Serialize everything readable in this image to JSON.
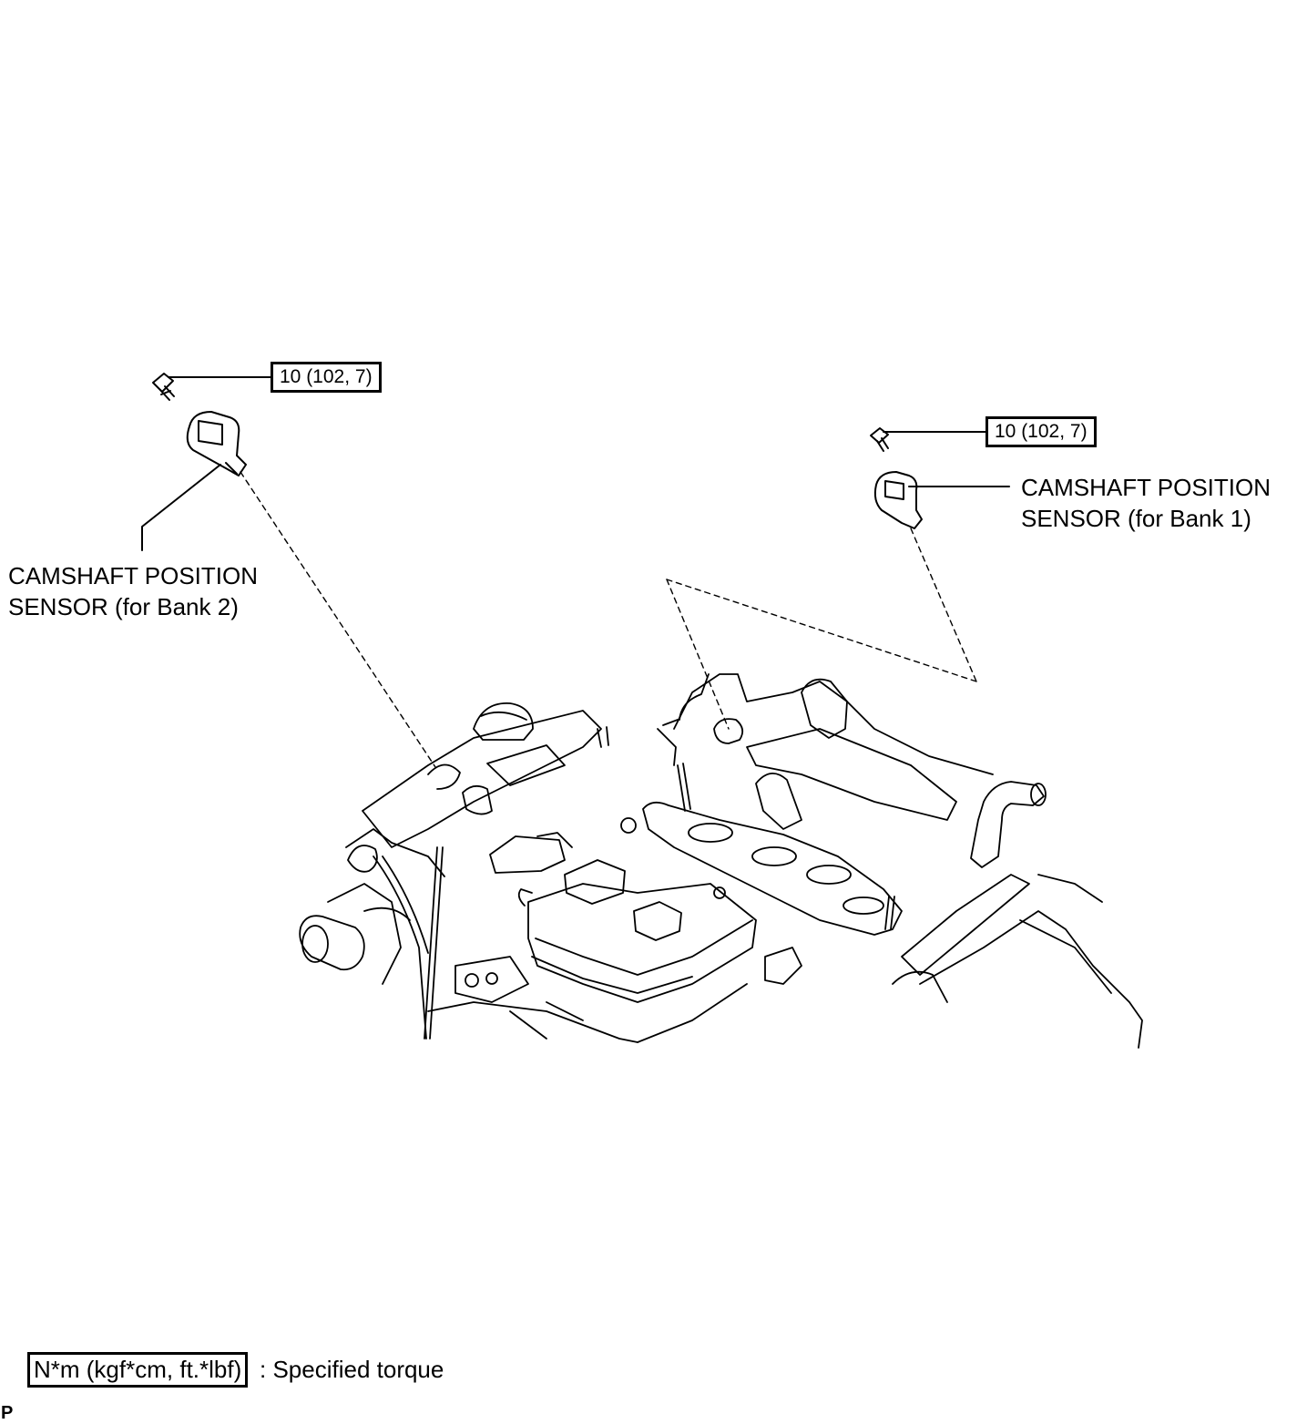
{
  "callouts": {
    "torque_bank2": "10 (102, 7)",
    "torque_bank1": "10 (102, 7)",
    "sensor_bank2": [
      "CAMSHAFT POSITION",
      "SENSOR (for Bank 2)"
    ],
    "sensor_bank1": [
      "CAMSHAFT POSITION",
      "SENSOR (for Bank 1)"
    ]
  },
  "legend": {
    "unit_box": "N*m (kgf*cm, ft.*lbf)",
    "description": ": Specified torque"
  },
  "corner_mark": "P",
  "icons": [
    "bolt-icon",
    "sensor-icon",
    "engine-illustration"
  ]
}
